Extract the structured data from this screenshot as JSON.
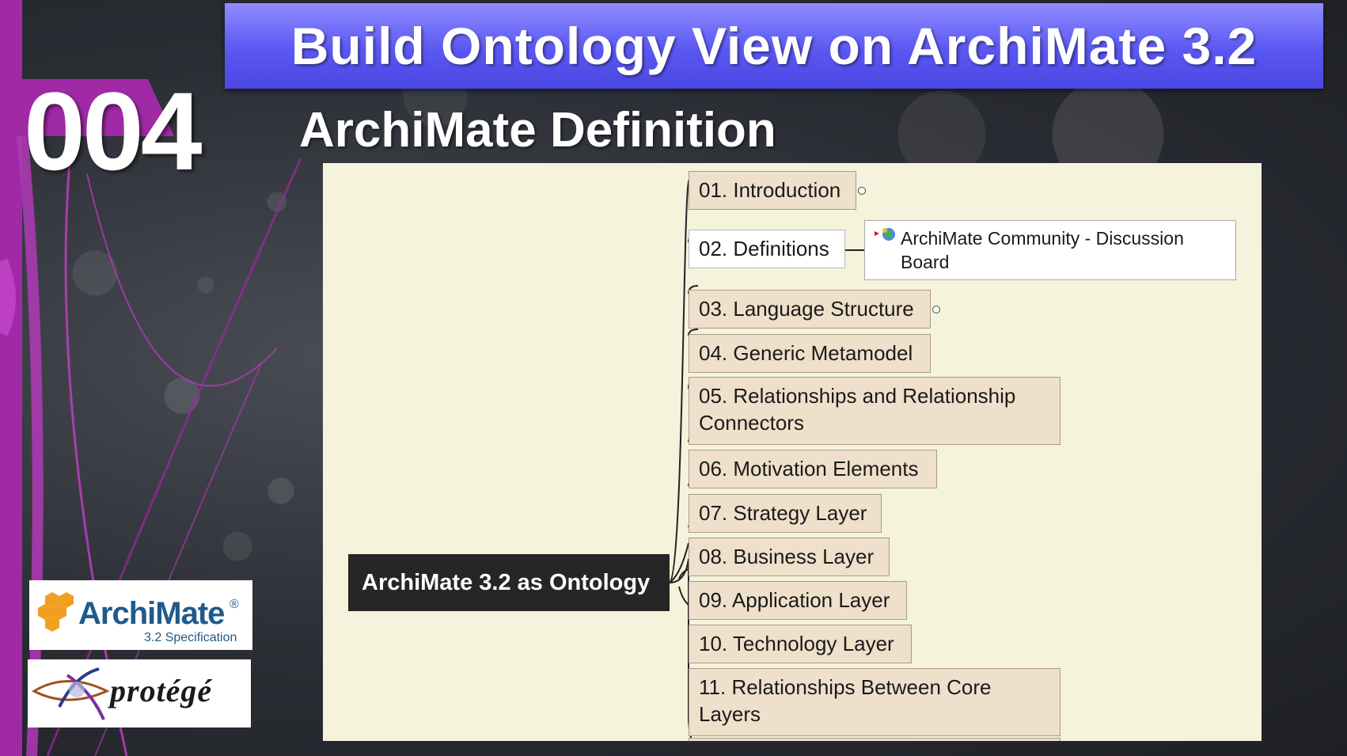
{
  "title": "Build Ontology View on ArchiMate 3.2",
  "episode_number": "004",
  "subtitle": "ArchiMate Definition",
  "mindmap": {
    "root": "ArchiMate 3.2 as Ontology",
    "nodes": [
      {
        "label": "01. Introduction",
        "folded": true
      },
      {
        "label": "02. Definitions",
        "folded": false
      },
      {
        "label": "03. Language Structure",
        "folded": true
      },
      {
        "label": "04. Generic Metamodel",
        "folded": false
      },
      {
        "label": "05. Relationships and Relationship Connectors",
        "folded": false
      },
      {
        "label": "06. Motivation Elements",
        "folded": false
      },
      {
        "label": "07. Strategy Layer",
        "folded": false
      },
      {
        "label": "08. Business Layer",
        "folded": false
      },
      {
        "label": "09. Application Layer",
        "folded": false
      },
      {
        "label": "10. Technology Layer",
        "folded": false
      },
      {
        "label": "11. Relationships Between Core Layers",
        "folded": false
      }
    ],
    "definitions_child": "ArchiMate Community - Discussion Board"
  },
  "logos": {
    "archimate_name": "ArchiMate",
    "archimate_registered": "®",
    "archimate_spec": "3.2 Specification",
    "protege_name": "protégé"
  },
  "colors": {
    "banner": "#5a57f2",
    "accent_purple": "#a02aa6",
    "canvas_bg": "#f5f3dc",
    "node_bg": "#efe0cb",
    "root_bg": "#262626"
  }
}
